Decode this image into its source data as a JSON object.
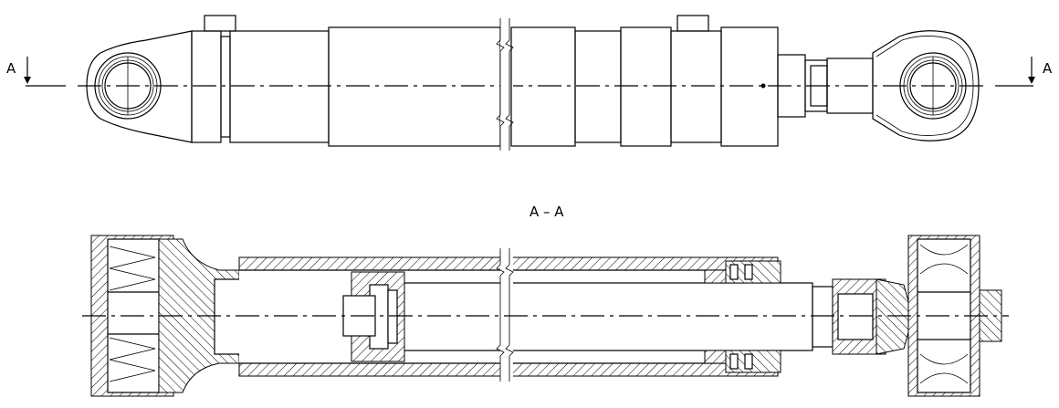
{
  "drawing": {
    "section_marker_left": "A",
    "section_marker_right": "A",
    "section_title": "A – A"
  }
}
